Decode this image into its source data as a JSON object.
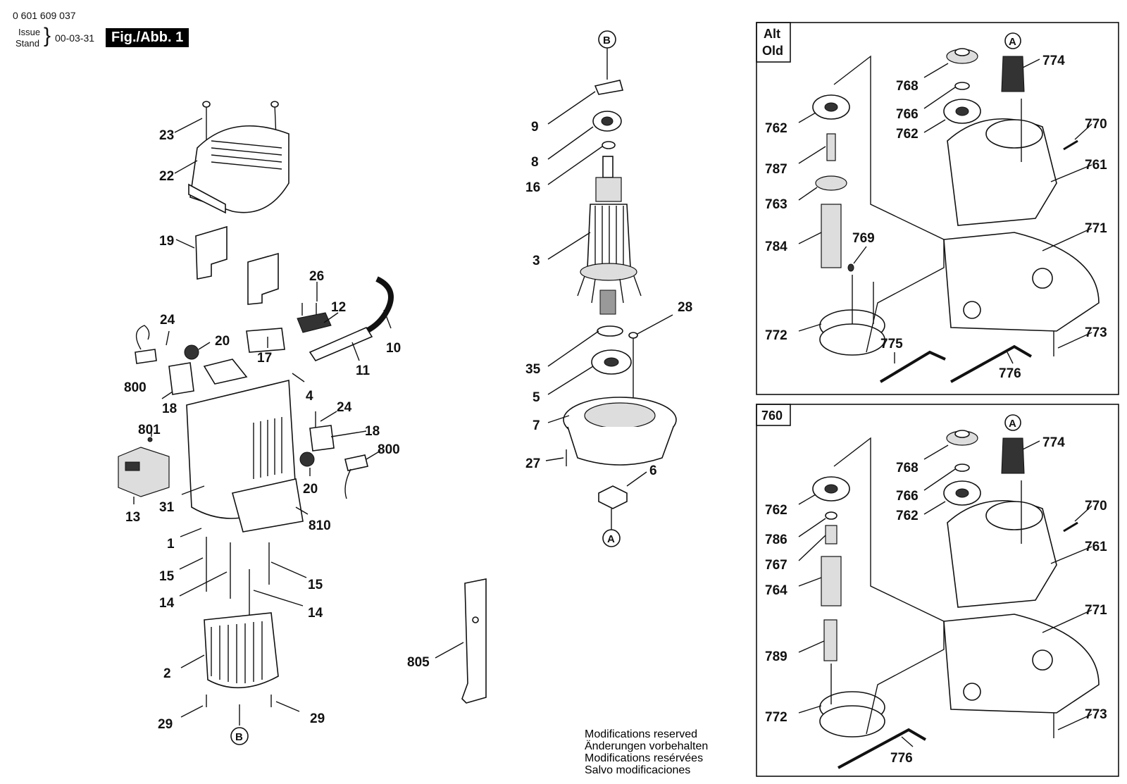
{
  "header": {
    "part_number": "0 601 609 037",
    "issue_label": "Issue",
    "stand_label": "Stand",
    "issue_date": "00-03-31",
    "figure_label": "Fig./Abb. 1"
  },
  "panels": {
    "alt_old": {
      "line1": "Alt",
      "line2": "Old"
    },
    "new_760": {
      "label": "760"
    }
  },
  "refs": {
    "A": "A",
    "B": "B"
  },
  "labels": {
    "p23": "23",
    "p22": "22",
    "p19": "19",
    "p26": "26",
    "p12": "12",
    "p10": "10",
    "p24a": "24",
    "p20a": "20",
    "p17": "17",
    "p11": "11",
    "p800a": "800",
    "p18a": "18",
    "p4": "4",
    "p801": "801",
    "p24b": "24",
    "p18b": "18",
    "p800b": "800",
    "p13": "13",
    "p31": "31",
    "p20b": "20",
    "p1": "1",
    "p810": "810",
    "p15a": "15",
    "p15b": "15",
    "p14a": "14",
    "p14b": "14",
    "p2": "2",
    "p29a": "29",
    "p29b": "29",
    "p9": "9",
    "p8": "8",
    "p16": "16",
    "p3": "3",
    "p28": "28",
    "p35": "35",
    "p5": "5",
    "p7": "7",
    "p27": "27",
    "p6": "6",
    "p805": "805",
    "t768": "768",
    "t774": "774",
    "t766": "766",
    "t762a": "762",
    "t762b": "762",
    "t770": "770",
    "t787": "787",
    "t761": "761",
    "t763": "763",
    "t771": "771",
    "t784": "784",
    "t769": "769",
    "t772": "772",
    "t773": "773",
    "t775": "775",
    "t776": "776",
    "b768": "768",
    "b774": "774",
    "b766": "766",
    "b762a": "762",
    "b762b": "762",
    "b770": "770",
    "b786": "786",
    "b761": "761",
    "b767": "767",
    "b764": "764",
    "b771": "771",
    "b789": "789",
    "b772": "772",
    "b773": "773",
    "b776": "776"
  },
  "footer": {
    "line1": "Modifications reserved",
    "line2": "Änderungen vorbehalten",
    "line3": "Modifications resérvées",
    "line4": "Salvo modificaciones"
  }
}
